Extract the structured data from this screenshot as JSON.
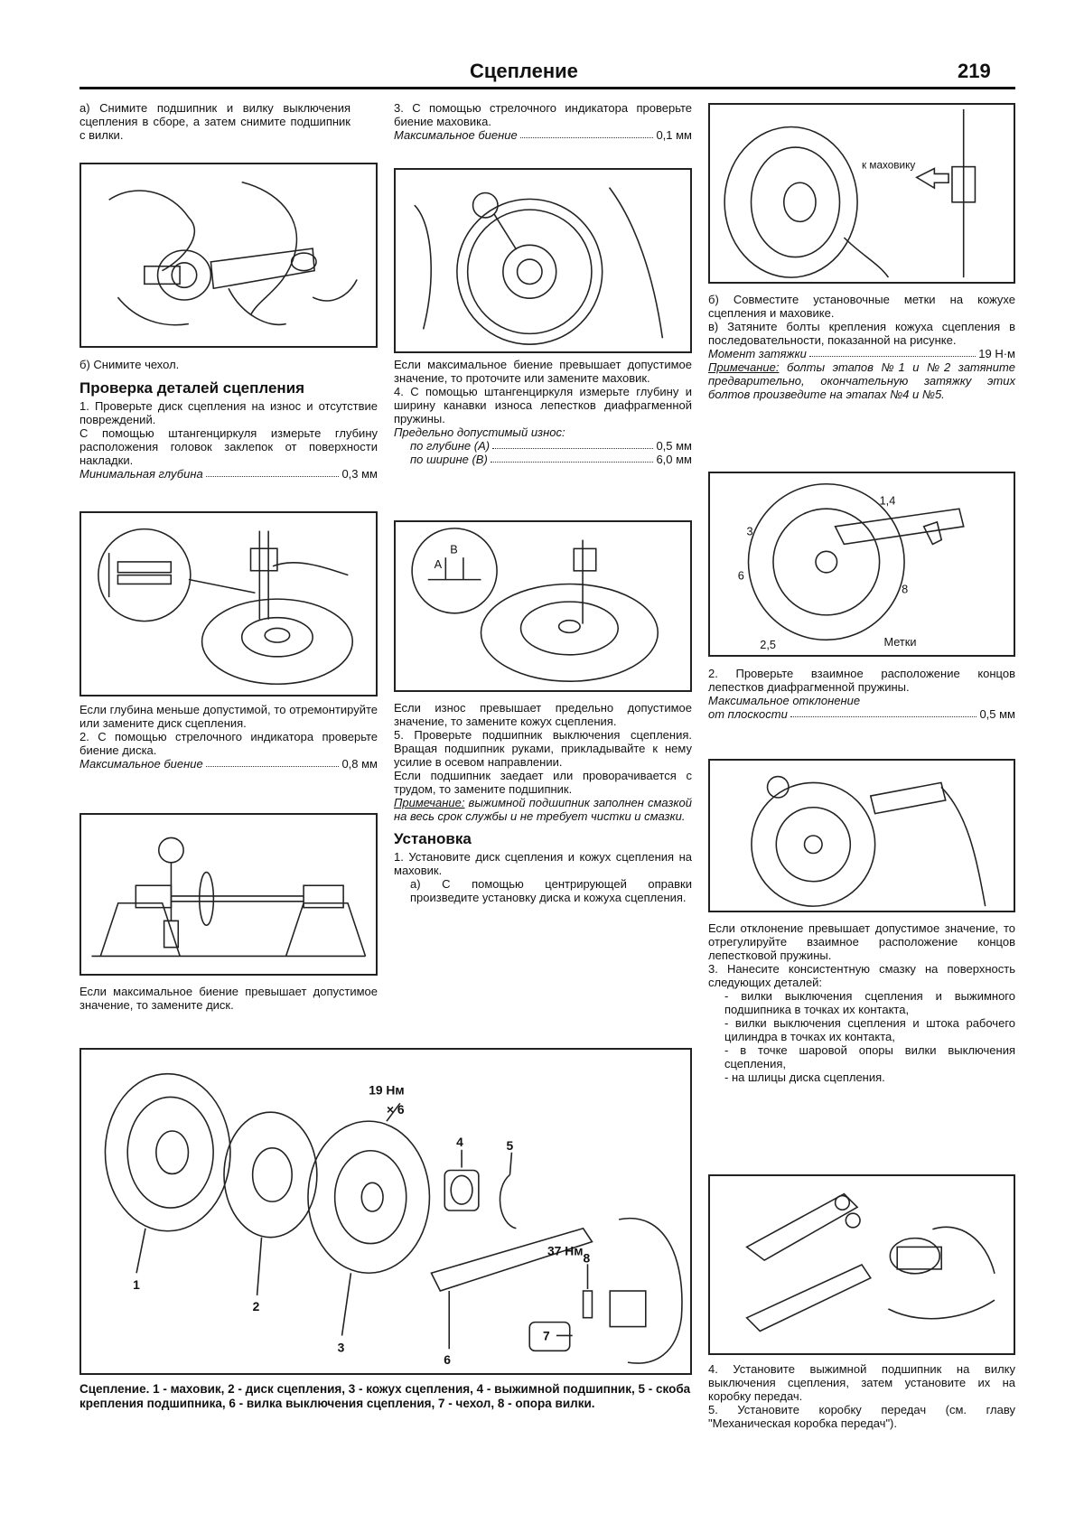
{
  "header": {
    "title": "Сцепление",
    "page_number": "219"
  },
  "col1": {
    "p_a": "а) Снимите подшипник и вилку выключения сцепления в сборе, а затем снимите подшипник с вилки.",
    "p_b": "б) Снимите чехол.",
    "section_title": "Проверка деталей сцепления",
    "p1": "1. Проверьте диск сцепления на износ и отсутствие повреждений.",
    "p1b": "С помощью штангенциркуля измерьте глубину расположения головок заклепок от поверхности накладки.",
    "spec1_label": "Минимальная глубина",
    "spec1_value": "0,3 мм",
    "p2": "Если глубина меньше допустимой, то отремонтируйте или замените диск сцепления.",
    "p3": "2. С помощью стрелочного индикатора проверьте биение диска.",
    "spec2_label": "Максимальное биение",
    "spec2_value": "0,8 мм",
    "p4": "Если максимальное биение превышает допустимое значение, то замените диск."
  },
  "col2": {
    "p1": "3. С помощью стрелочного индикатора проверьте биение маховика.",
    "spec1_label": "Максимальное биение",
    "spec1_value": "0,1 мм",
    "p2": "Если максимальное биение превышает допустимое значение, то проточите или замените маховик.",
    "p3": "4. С помощью штангенциркуля измерьте глубину и ширину канавки износа лепестков диафрагменной пружины.",
    "spec_head": "Предельно допустимый износ:",
    "spec2_label": "по глубине (A)",
    "spec2_value": "0,5 мм",
    "spec3_label": "по ширине (B)",
    "spec3_value": "6,0 мм",
    "fig_label_a": "A",
    "fig_label_b": "B",
    "p4": "Если износ превышает предельно допустимое значение, то замените кожух сцепления.",
    "p5": "5. Проверьте подшипник выключения сцепления. Вращая подшипник руками, прикладывайте к нему усилие в осевом направлении.",
    "p6": "Если подшипник заедает или проворачивается с трудом, то замените подшипник.",
    "note_label": "Примечание:",
    "note_text": " выжимной подшипник заполнен смазкой на весь срок службы и не требует чистки и смазки.",
    "section_title": "Установка",
    "p7": "1. Установите диск сцепления и кожух сцепления на маховик.",
    "p8": "а) С помощью центрирующей оправки произведите установку диска и кожуха сцепления."
  },
  "col3": {
    "fig1_label": "к маховику",
    "p1": "б) Совместите установочные метки на кожухе сцепления и маховике.",
    "p2": "в) Затяните болты крепления кожуха сцепления в последовательности, показанной на рисунке.",
    "spec1_label": "Момент затяжки",
    "spec1_value": "19 Н·м",
    "note_label": "Примечание:",
    "note_text": " болты этапов №1 и №2 затяните предварительно, окончательную затяжку этих болтов произведите на этапах №4 и №5.",
    "fig2_labels": [
      "1,4",
      "3",
      "6",
      "8",
      "2,5",
      "Метки"
    ],
    "p3": "2. Проверьте взаимное расположение концов лепестков диафрагменной пружины.",
    "spec2_label1": "Максимальное отклонение",
    "spec2_label2": "от плоскости",
    "spec2_value": "0,5 мм",
    "p4": "Если отклонение превышает допустимое значение, то отрегулируйте взаимное расположение концов лепестковой пружины.",
    "p5": "3. Нанесите консистентную смазку на поверхность следующих деталей:",
    "list": [
      "- вилки выключения сцепления и выжимного подшипника в точках их контакта,",
      "- вилки выключения сцепления и штока рабочего цилиндра в точках их контакта,",
      "- в точке шаровой опоры вилки выключения сцепления,",
      "- на шлицы диска сцепления."
    ],
    "p6": "4. Установите выжимной подшипник на вилку выключения сцепления, затем установите их на коробку передач.",
    "p7": "5. Установите коробку передач (см. главу \"Механическая коробка передач\")."
  },
  "big_figure": {
    "torque1": "19 Нм",
    "mult": "× 6",
    "torque2": "37 Нм",
    "labels": [
      "1",
      "2",
      "3",
      "4",
      "5",
      "6",
      "7",
      "8"
    ],
    "caption": "Сцепление. 1 - маховик, 2 - диск сцепления, 3 - кожух сцепления, 4 - выжимной подшипник, 5 - скоба крепления подшипника, 6 - вилка выключения сцепления, 7 - чехол, 8 - опора вилки."
  }
}
